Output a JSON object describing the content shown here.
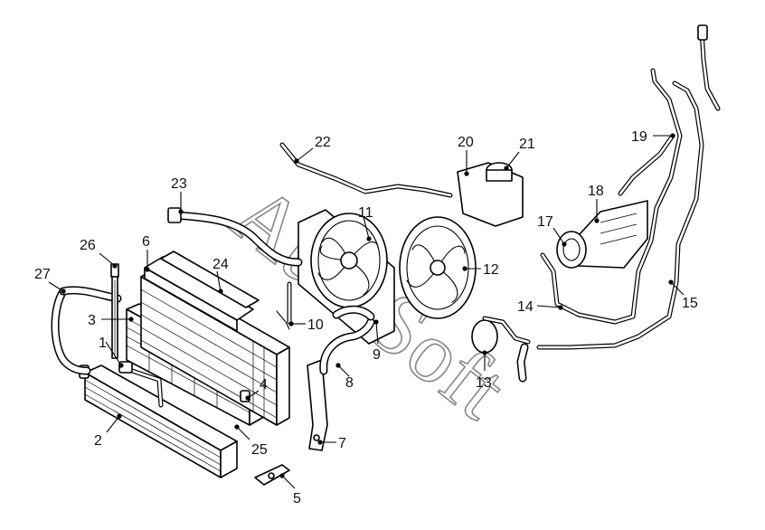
{
  "diagram": {
    "watermark": "AutoSoft",
    "callouts": [
      {
        "label": "1",
        "name": "callout-1"
      },
      {
        "label": "2",
        "name": "callout-2"
      },
      {
        "label": "3",
        "name": "callout-3"
      },
      {
        "label": "4",
        "name": "callout-4"
      },
      {
        "label": "5",
        "name": "callout-5"
      },
      {
        "label": "6",
        "name": "callout-6"
      },
      {
        "label": "7",
        "name": "callout-7"
      },
      {
        "label": "8",
        "name": "callout-8"
      },
      {
        "label": "9",
        "name": "callout-9"
      },
      {
        "label": "10",
        "name": "callout-10"
      },
      {
        "label": "11",
        "name": "callout-11"
      },
      {
        "label": "12",
        "name": "callout-12"
      },
      {
        "label": "13",
        "name": "callout-13"
      },
      {
        "label": "14",
        "name": "callout-14"
      },
      {
        "label": "15",
        "name": "callout-15"
      },
      {
        "label": "17",
        "name": "callout-17"
      },
      {
        "label": "18",
        "name": "callout-18"
      },
      {
        "label": "19",
        "name": "callout-19"
      },
      {
        "label": "20",
        "name": "callout-20"
      },
      {
        "label": "21",
        "name": "callout-21"
      },
      {
        "label": "22",
        "name": "callout-22"
      },
      {
        "label": "23",
        "name": "callout-23"
      },
      {
        "label": "24",
        "name": "callout-24"
      },
      {
        "label": "25",
        "name": "callout-25"
      },
      {
        "label": "26",
        "name": "callout-26"
      },
      {
        "label": "27",
        "name": "callout-27"
      }
    ]
  }
}
